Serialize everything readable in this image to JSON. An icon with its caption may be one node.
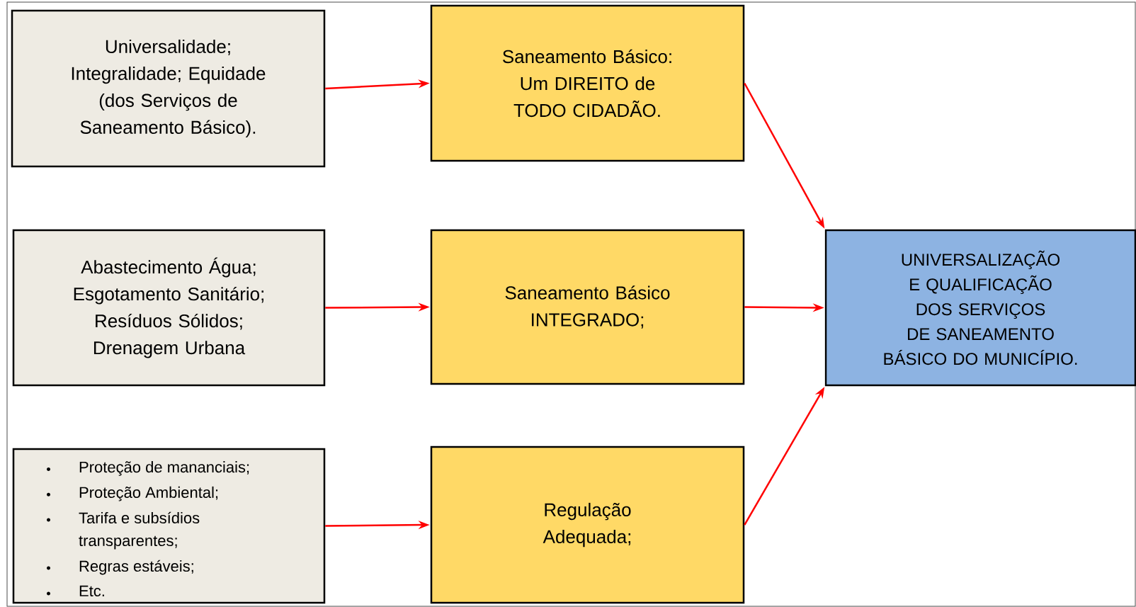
{
  "diagram": {
    "nodes": [
      {
        "text": [
          "Universalidade; Integralidade; Equidade (dos Serviços de Saneamento Básico)."
        ]
      },
      {
        "text": [
          "Saneamento Básico: Um DIREITO de TODO CIDADÃO."
        ]
      },
      {
        "text": [
          "Abastecimento Água; Esgotamento Sanitário; Resíduos Sólidos; Drenagem Urbana"
        ]
      },
      {
        "text": [
          "Saneamento Básico INTEGRADO;"
        ]
      },
      {
        "text": [
          "Proteção de mananciais;",
          "Proteção Ambiental;",
          "Tarifa e subsídios transparentes;",
          "Regras estáveis;",
          "Etc."
        ]
      },
      {
        "text": [
          "Regulação Adequada;"
        ]
      },
      {
        "text": [
          "UNIVERSALIZAÇÃO E QUALIFICAÇÃO DOS SERVIÇOS DE SANEAMENTO BÁSICO DO MUNICÍPIO."
        ]
      }
    ],
    "edges": [
      {
        "from": 0,
        "to": 1,
        "arrow": "to"
      },
      {
        "from": 2,
        "to": 3,
        "arrow": "to"
      },
      {
        "from": 4,
        "to": 5,
        "arrow": "to"
      },
      {
        "from": 1,
        "to": 6,
        "arrow": "to"
      },
      {
        "from": 3,
        "to": 6,
        "arrow": "to"
      },
      {
        "from": 5,
        "to": 6,
        "arrow": "to"
      }
    ]
  }
}
